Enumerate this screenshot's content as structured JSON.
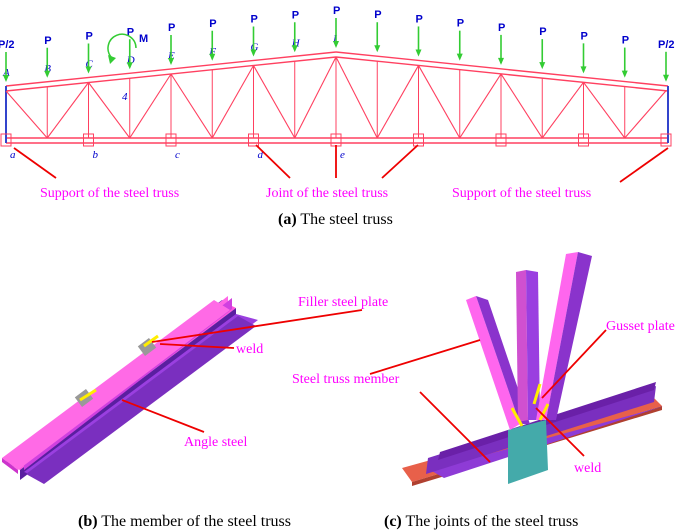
{
  "panel_a": {
    "caption_tag": "(a)",
    "caption_text": " The steel truss",
    "load_p": "P",
    "load_half": "P/2",
    "moment": "M",
    "member_no": "4",
    "top_nodes": [
      "A",
      "B",
      "C",
      "D",
      "E",
      "F",
      "G",
      "H",
      "I"
    ],
    "bottom_nodes": [
      "a",
      "b",
      "c",
      "d",
      "e"
    ],
    "callouts": {
      "support_left": "Support of the steel truss",
      "joint": "Joint of the steel truss",
      "support_right": "Support of the steel truss"
    }
  },
  "panel_b": {
    "caption_tag": "(b)",
    "caption_text": " The member of the steel truss",
    "filler": "Filler steel plate",
    "weld": "weld",
    "angle": "Angle steel"
  },
  "panel_c": {
    "caption_tag": "(c)",
    "caption_text": " The joints of the steel truss",
    "gusset": "Gusset plate",
    "member": "Steel truss member",
    "weld": "weld"
  },
  "colors": {
    "truss": "#ff4060",
    "load_arrow": "#33cc33",
    "label_text": "#ff00ff",
    "pointer": "#ee0000",
    "angle_top": "#ff66dd",
    "angle_side": "#8833cc"
  }
}
